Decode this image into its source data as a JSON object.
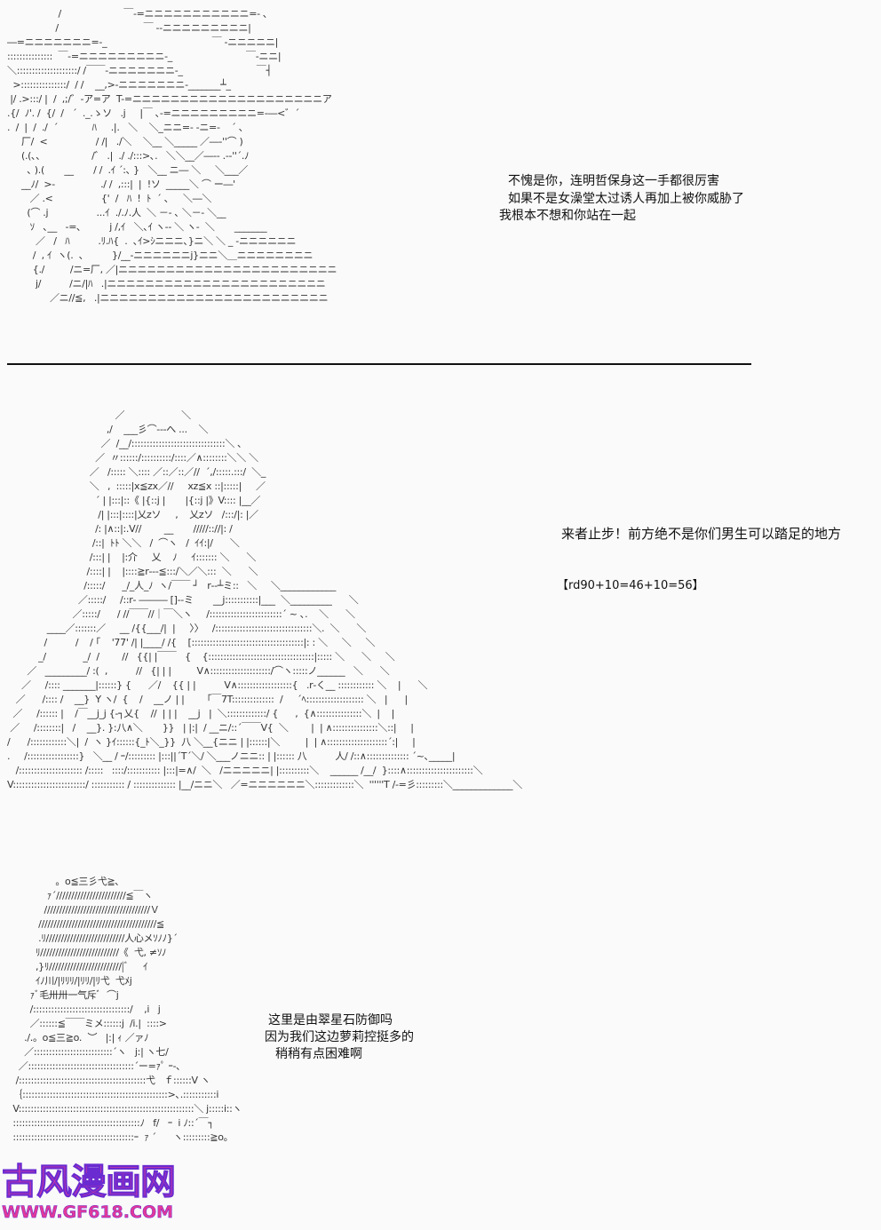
{
  "panel1": {
    "art": [
      "                  /                      ￣-=ニニニニニニニニニニニ=- ､",
      "                 /                              ￣ --ニニニニニニニニニ|",
      "―=ニニニニニニニ=-_                                     ￣ -ニニニニニ|",
      ":::::::::::::::  ￣-=ニニニニニニニニニ-_                          ￣-ニニ|",
      "＼::::::::::::::::::::/ /￣￣-ニニニニニニニ-_                          ￣┤",
      "  >:::::::::::::::/  / /    __,>-ニニニニニニニ-_______┴_",
      " |/ .>:::/ |  /  ,;/゛‐ア=ア  T-=ニニニニニニニニニニニニニニニニニニニニア",
      ".{/  ﾉ'. /  {/  /   ´  ._.ゝソ   .j     |￣ ､-=ニニニニニニニニニ=‐―<゛´",
      ".  /  |  /  ./  ´            ﾊ     .|.   ＼    ＼_ニニ=- -ニ=-    ´ ､",
      "     厂/  <                 / /|   ./＼    ＼__ ＼_____ ／―‐''⌒ )",
      "     (.(､､                  /゛ .|  ./ ./:::>､.   ＼＼__／―‐- .-‐''´.ﾉ",
      "       ､ ).(       __       / /  .ｲ ´:､ }   ＼__ ニ― ＼     ＼___／",
      "     __ﾉ/  >-                ./ /  ,:::|  |  !ソ  _____＼ ⌒ ー―'",
      "        ／ .<                 {'  /   ﾊ  !  ﾄ  ´ ､     ＼―＼",
      "       (⌒ .j                 ...ｲ  ./.ﾉ.人  ＼ －- ､ ＼－- ＼__",
      "        ｿ   ､__   ‐=､          j /,ｲ   ＼､ｲ ヽ-- ＼ ヽ-  ＼       _______",
      "          ／   /   ﾊ          .ﾘ.ﾊ{  .  ､ｲ>ｼニニニ､}ニ＼ ＼ _ -ニニニニニニ",
      "         /  , ｲ  ヽ(.  ､          }/__-ニニニニニニj}ニニ＼＿ニニニニニニニニ",
      "         {./         /ニ=厂, ／|ニニニニニニニニニニニニニニニニニニニニニニニ",
      "          j/          /ニ/|ﾊ   .|ニニニニニニニニニニニニニニニニニニニニニニニ",
      "               ／ニ//≦,   .|ニニニニニニニニニニニニニニニニニニニニニニニニ"
    ],
    "dialog": [
      "不愧是你，连明哲保身这一手都很厉害",
      "如果不是女澡堂太过诱人再加上被你威胁了",
      "我根本不想和你站在一起"
    ]
  },
  "panel2": {
    "art": [
      "                                      ／                    ＼",
      "                                   ,/    ___彡⌒‐‐‐へ ...    ＼",
      "                                 ／  /__/:::::::::::::::::::::::::::::::＼ ､",
      "                               ／  〃::::::/::::::::::/::::／∧::::::::＼＼ ＼",
      "                             ／   /::::: ＼:::: ／::／::／//  ´,/:::::.:::/  ＼_",
      "                             ＼   ,  :::::|x≦zx／//     xz≦x ::|:::::|     ／",
      "                               ´ | |:::|::《 |{::j |       |{::j |》V:::: |__／",
      "                                /| |:::|::::|乂zソ     ,    乂zソ   /:::/|: |／",
      "                               /: |∧::|:.V//        __       /////:://|: /",
      "                              /::|  ﾄﾄ ＼＼   /  ⌒ヽ   /  ｲｲ:|/      ＼",
      "                             /:::| |    |:介     乂    ﾉ     ｲ::::::: ＼      ＼",
      "                            /::::| |    |::::≧r‐‐‐≦:::/＼／＼:::  ＼      ＼",
      "                           /:::::/      _/_人_ﾉ  ヽ/￣￣ ┘   r‐‐┴ミ::   ＼     ＼____________",
      "                         ／:::::/     /::r‐ ――― []‐‐ミ       __j:::::::::::|___  ＼_________      ＼",
      "                       ／:::::/      / //￣￣//｜￣＼ヽ     /::::::::::::::::::::::::´ ~ ､.    ＼      ＼",
      "              ____／:::::::／     __ /{{___/|  |     〉〉   /::::::::::::::::::::::::::::::::＼.  ＼      ＼",
      "             /          /    / ｢    '77' /| |____/ /{    [:::::::::::::::::::::::::::::::::::::|: : ＼     ＼     ＼",
      "           _/             _/  /        //   {{| |￣￣   {    {:::::::::::::::::::::::::::::::::::|::::: ＼      ＼     ＼",
      "       ／   _________/ :(  ,          //   {| | |         V∧::::::::::::::::::::/⌒ヽ:::::ノ______   ＼      ＼",
      "     ／     /:::: _______|::::::} {      ／/    {{ | |          V∧::::::::::::::::::{   .r‐く__ :::::::::::: ＼    |      ＼",
      "   ／      /:::: /    __}  Y ヽ/  {    /    __ノ | |        ｢￣7T::::::::::::::  /     ´ﾍ::::::::::::::::::: ＼   |      |",
      "  ／     /:::::: |    /￣__j_j {-┐乂{    //  | | |    __j   |  ＼:::::::::::::/ {      ,  {∧:::::::::::::::＼  |    |",
      " ／     /::::::::|   /    __}. }:八∧＼       }}   | |:|  / __ニ/::´￣￣V{  ＼        |  | ∧:::::::::::::::＼::|     |",
      "/      /::::::::::::＼|  /  ヽ }ｲ::::::{_ﾄ＼_}}  八 ＼__{ニニ | |::::::|＼         |  | ∧::::::::::::::::::::´:|     |",
      ".     /:::::::::::::::::}   ＼__ / ｰ/::::::::: |:::||´T´＼/ ＼___ノニニ:: | |:::::: 八          人/ /::∧:::::::::::::: ´~､_____|",
      "   /::::::::::::::::::::: /:::::   ::::/::::::::::: |:::|=∧/  ＼   /ニニニニニ| |::::::::::＼    ______ /__/  }::::∧::::::::::::::::::::::＼",
      "V::::::::::::::::::::::::/ ::::::::::: / :::::::::::::: |__/ニニ＼   ／=ニニニニニニ＼:::::::::::::＼  ''''''T /‐=彡:::::::::＼_____________＼"
    ],
    "dialog": "来者止步！前方绝不是你们男生可以踏足的地方",
    "roll": "【rd90+10=46+10=56】"
  },
  "panel3": {
    "art": [
      "                 。o≦三彡弋≧､",
      "              ｧ´///////////////////////≦￣ヽ",
      "             ///////////////////////////////////Ｖ",
      "           ///////////////////////////////////////≦",
      "           .ﾘ//////////////////////////人心メｿﾉﾉ}´",
      "          ﾘ//////////////////////////《  弋, ≠ｿﾉ",
      "          ,}ﾘ////////////////////////|ﾞ     ｲ",
      "          ｲﾉ川/|ﾘﾘﾘ/|ﾘﾘ/|ﾘ弋  弋ﾒj",
      "        ｧﾞ毛卅卅一气斥ﾞ  ⌒j",
      "        /::::::::::::::::::::::::::::::::/    ,i   j",
      "        ／::::::≦￣￣ミメ::::::j  /i.|  ::::>",
      "      ./.。o≦三≧o.  ︶   |:| ｨ ／ァﾉ",
      "      ／::::::::::::::::::::::::::´ヽ   j:| ヽ七/",
      "    ／:::::::::::::::::::::::::::::::::::´ー=ｧﾟ ｰ-､",
      "   /::::::::::::::::::::::::::::::::::::::::::弋   ｆ::::::V ヽ",
      "  ｛::::::::::::::::::::::::::::::::::::::::::::::::>､.:::::::::::i",
      "  V::::::::::::::::::::::::::::::::::::::::::::::::::::::::::＼ j:::::i::ヽ",
      "  ::::::::::::::::::::::::::::::::::::::::::ﾉ   f/   ｰ  i ﾉ::´￣┐",
      "  ::::::::::::::::::::::::::::::::::::::::ｰ  ｧ ´      ヽ:::::::::≧o｡"
    ],
    "dialog": [
      "这里是由翠星石防御吗",
      "因为我们这边萝莉控挺多的",
      "稍稍有点困难啊"
    ]
  },
  "watermark": {
    "title": "古风漫画网",
    "url": "WWW.GF618.COM",
    "color": "#e2399a"
  }
}
